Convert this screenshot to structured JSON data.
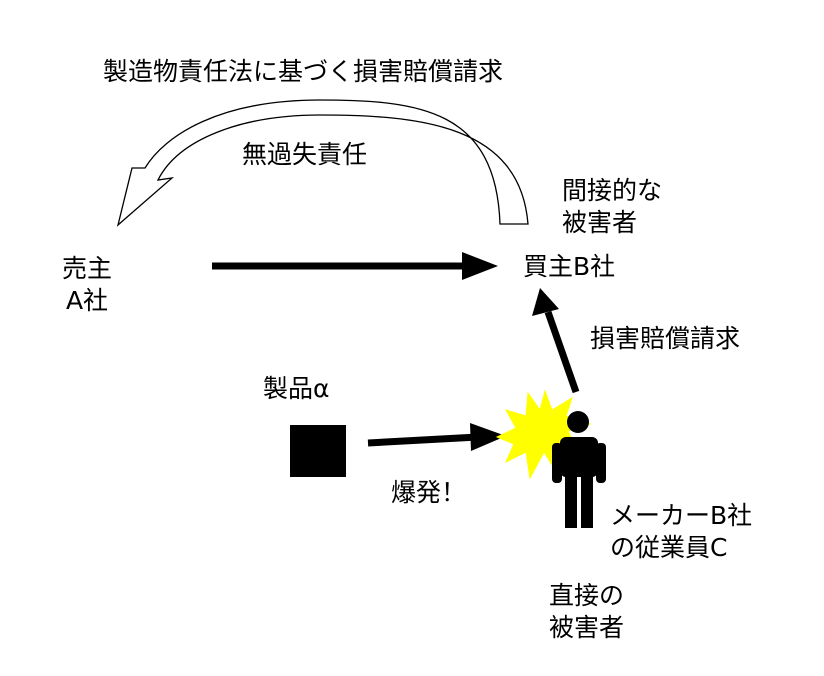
{
  "title": "製造物責任法に基づく損害賠償請求",
  "no_fault_label": "無過失責任",
  "indirect_victim": [
    "間接的な",
    "被害者"
  ],
  "seller": [
    "売主",
    "A社"
  ],
  "buyer": "買主B社",
  "claim_label": "損害賠償請求",
  "product_label": "製品α",
  "explosion_label": "爆発！",
  "employee": [
    "メーカーB社",
    "の従業員C"
  ],
  "direct_victim": [
    "直接の",
    "被害者"
  ],
  "colors": {
    "explosion": "#ffff00",
    "ink": "#000000",
    "background": "#ffffff"
  }
}
